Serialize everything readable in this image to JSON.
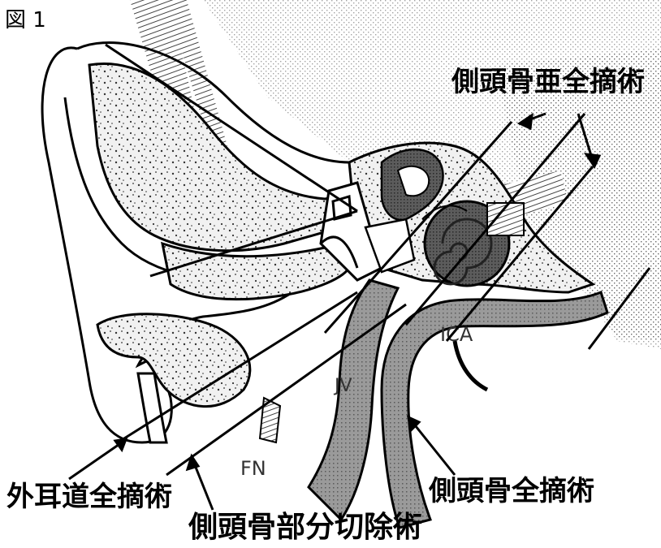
{
  "figure_label": "図 1",
  "labels": {
    "subtotal": "側頭骨亜全摘術",
    "total": "側頭骨全摘術",
    "eac": "外耳道全摘術",
    "partial": "側頭骨部分切除術"
  },
  "structures": {
    "ica": "ICA",
    "ijv": "JV",
    "fn": "FN"
  },
  "colors": {
    "line": "#000000",
    "stipple": "#a9a9a9",
    "dark": "#4a4a4a",
    "vessel": "#8c8c8c"
  }
}
